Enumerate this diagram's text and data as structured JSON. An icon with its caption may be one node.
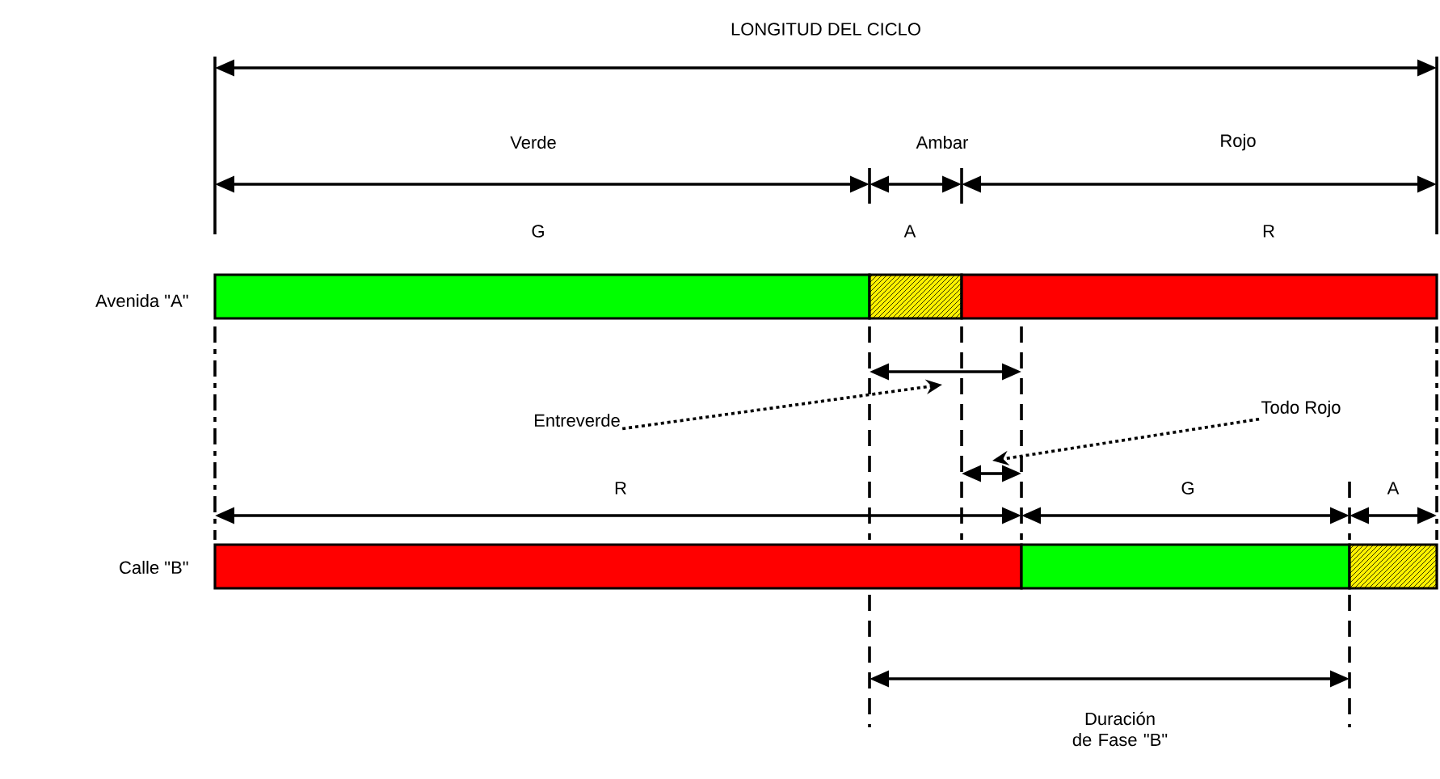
{
  "diagram": {
    "nodes": [
      {
        "text": [
          "Entreverde"
        ]
      },
      {
        "text": [
          "Todo Rojo"
        ]
      }
    ],
    "edges": [
      {
        "from": 0,
        "to": null,
        "arrow": "to",
        "style": "dashed"
      },
      {
        "from": 1,
        "to": null,
        "arrow": "to",
        "style": "dashed"
      }
    ],
    "labels": [
      "LONGITUD DEL CICLO",
      "Verde",
      "Ambar",
      "Rojo",
      "G",
      "A",
      "R",
      "Avenida \"A\"",
      "R",
      "G",
      "A",
      "Calle \"B\"",
      "Duración de Fase \"B\""
    ]
  }
}
